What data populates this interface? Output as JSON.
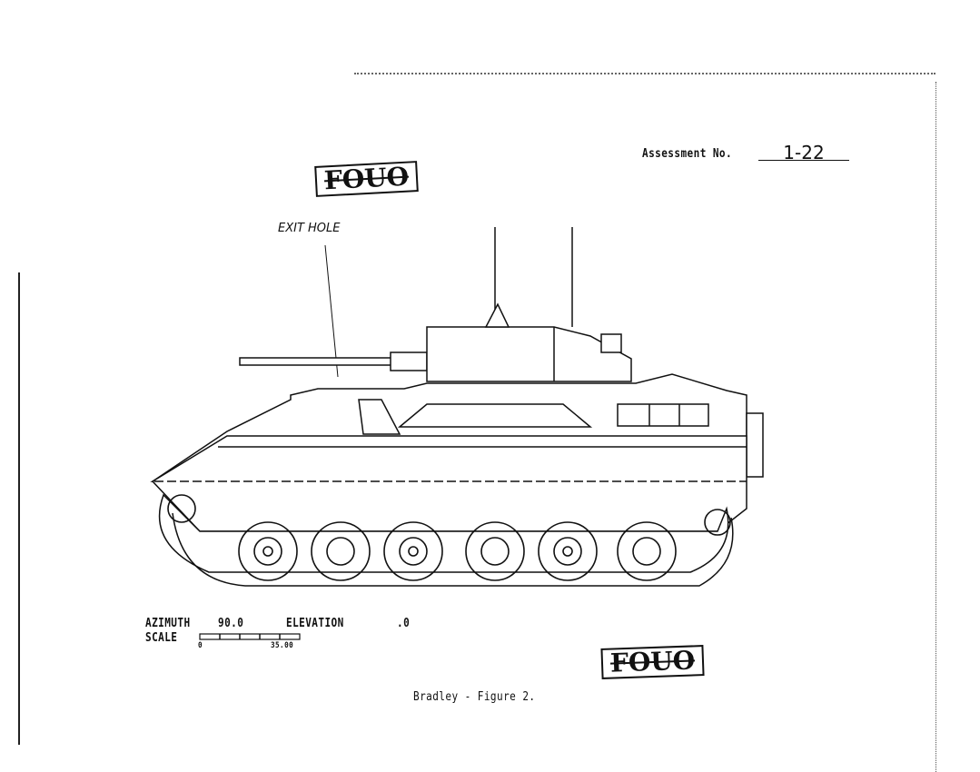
{
  "header": {
    "assessment_label": "Assessment No.",
    "assessment_number": "1-22"
  },
  "stamps": {
    "top": "FOUO",
    "bottom": "FOUO"
  },
  "annotation": {
    "exit_hole": "EXIT HOLE"
  },
  "view": {
    "azimuth_label": "AZIMUTH",
    "azimuth_value": "90.0",
    "elevation_label": "ELEVATION",
    "elevation_value": ".0",
    "scale_label": "SCALE",
    "scale_min": "0",
    "scale_max": "35.00"
  },
  "caption": "Bradley - Figure 2."
}
